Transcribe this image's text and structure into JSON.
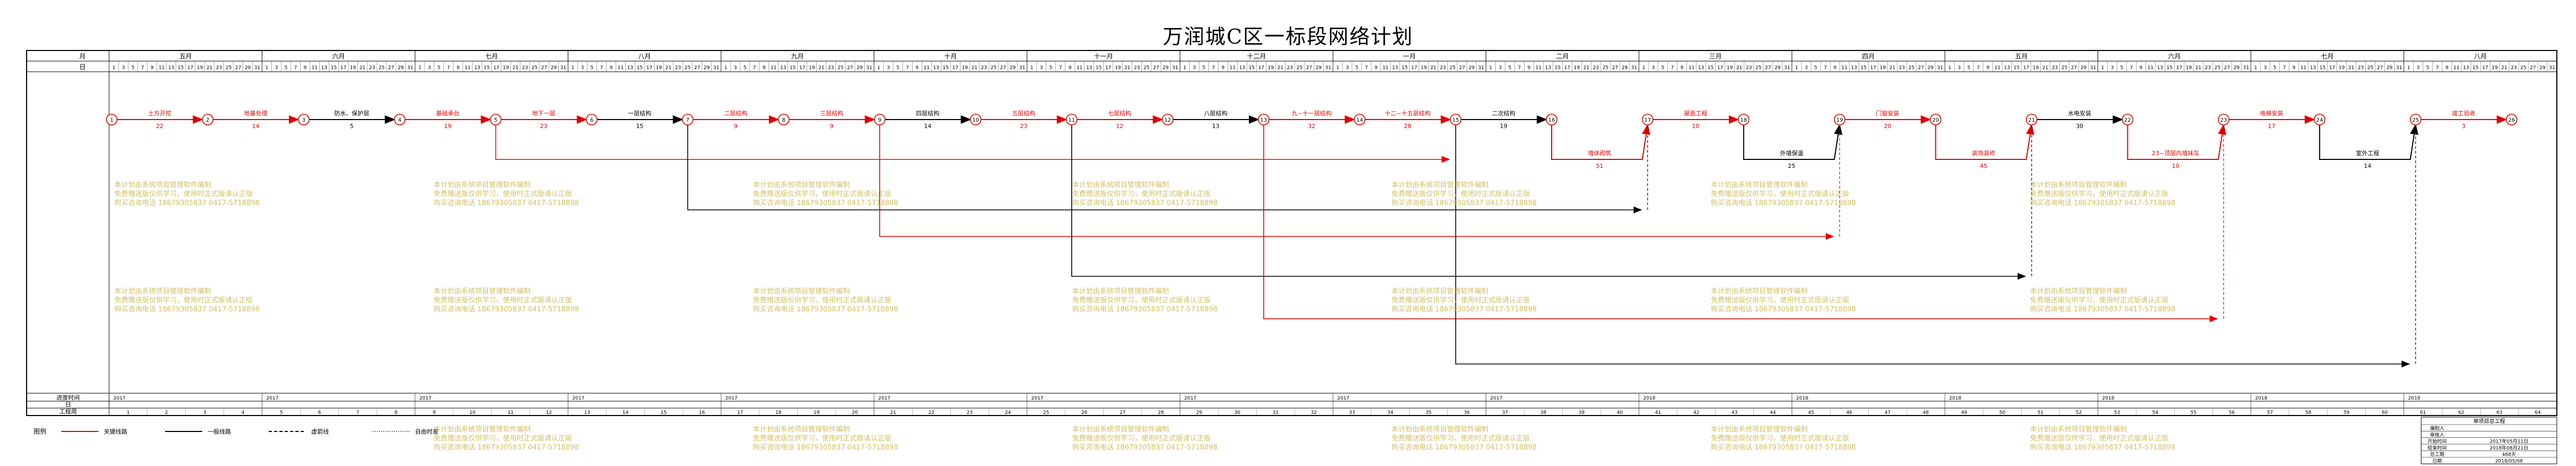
{
  "title": "万润城C区一标段网络计划",
  "header": {
    "row1_label": "月",
    "row2_label": "日",
    "months": [
      "五月",
      "六月",
      "七月",
      "八月",
      "九月",
      "十月",
      "十一月",
      "十二月",
      "一月",
      "二月",
      "三月",
      "四月",
      "五月",
      "六月",
      "七月",
      "八月"
    ],
    "days_label": "日"
  },
  "footer": {
    "rows": [
      "进度时间",
      "日",
      "工程周"
    ],
    "schedule_marks": [
      "2017",
      "2017",
      "2017",
      "2017",
      "2017",
      "2017",
      "2017",
      "2017",
      "2017",
      "2017",
      "2018",
      "2018",
      "2018",
      "2018",
      "2018",
      "2018"
    ]
  },
  "legend": {
    "title": "图例",
    "items": [
      {
        "label": "关键线路",
        "color": "#e00000",
        "style": "solid"
      },
      {
        "label": "一般线路",
        "color": "#000000",
        "style": "solid"
      },
      {
        "label": "虚箭线",
        "color": "#000000",
        "style": "dashed"
      },
      {
        "label": "自由时差",
        "color": "#7a7a7a",
        "style": "wavy"
      }
    ]
  },
  "activities": [
    {
      "label": "土方开挖",
      "duration": "22"
    },
    {
      "label": "地基处理",
      "duration": "14"
    },
    {
      "label": "防水、保护层",
      "duration": "5"
    },
    {
      "label": "基础承台",
      "duration": "19"
    },
    {
      "label": "地下一层",
      "duration": "23"
    },
    {
      "label": "一层结构",
      "duration": "15"
    },
    {
      "label": "二层结构",
      "duration": "9"
    },
    {
      "label": "三层结构",
      "duration": "9"
    },
    {
      "label": "四层结构",
      "duration": "14"
    },
    {
      "label": "五层结构",
      "duration": "23"
    },
    {
      "label": "七层结构",
      "duration": "12"
    },
    {
      "label": "八层结构",
      "duration": "13"
    },
    {
      "label": "九~十一层结构",
      "duration": "32"
    },
    {
      "label": "十二~十五层结构",
      "duration": "28"
    },
    {
      "label": "二次结构",
      "duration": "19"
    },
    {
      "label": "墙体砌筑",
      "duration": "51"
    },
    {
      "label": "屋面工程",
      "duration": "10"
    },
    {
      "label": "外墙保温",
      "duration": "25"
    },
    {
      "label": "门窗安装",
      "duration": "20"
    },
    {
      "label": "装饰装修",
      "duration": "45"
    },
    {
      "label": "水电安装",
      "duration": "30"
    },
    {
      "label": "23~顶层内墙抹灰",
      "duration": "10"
    },
    {
      "label": "电梯安装",
      "duration": "17"
    },
    {
      "label": "室外工程",
      "duration": "14"
    },
    {
      "label": "竣工验收",
      "duration": "3"
    }
  ],
  "watermark": {
    "line1": "本计划由系统项目管理软件编制",
    "line2": "免费赠送版仅供学习，使用时正式版请认正版",
    "line3": "购买咨询电话 18679305837 0417-5718898"
  },
  "titleblock": {
    "rows": [
      {
        "k": "编制人",
        "v": ""
      },
      {
        "k": "审核人",
        "v": ""
      },
      {
        "k": "开始时间",
        "v": "2017年05月11日"
      },
      {
        "k": "结束时间",
        "v": "2018年08月21日"
      },
      {
        "k": "总工期",
        "v": "468天"
      },
      {
        "k": "日期",
        "v": "2018/05/08"
      }
    ],
    "project": "单项目总工程"
  }
}
